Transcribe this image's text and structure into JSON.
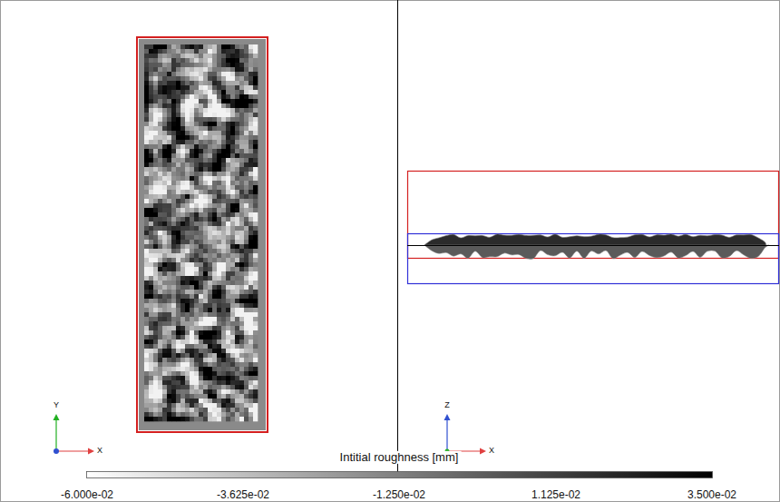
{
  "diagram": {
    "labels": [
      "Y",
      "X",
      "Z",
      "X",
      "Intitial roughness [mm]",
      "-6.000e-02",
      "-3.625e-02",
      "-1.250e-02",
      "1.125e-02",
      "3.500e-02"
    ]
  }
}
